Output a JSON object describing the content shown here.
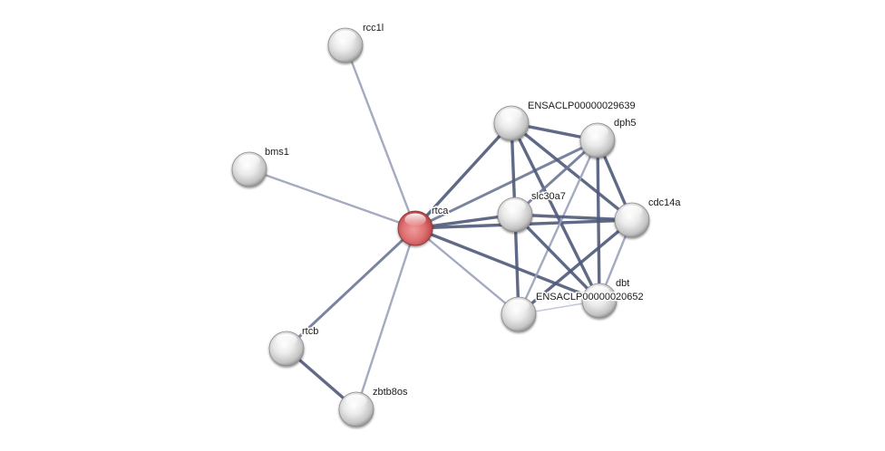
{
  "title": "STRING protein interaction network",
  "query_protein": "rtca",
  "colors": {
    "query_node": "#d9534f",
    "neighbor_node": "#e6e6e6",
    "edge_strong": "#4f5a7a",
    "edge_medium": "#6d7794",
    "edge_weak": "#9aa1b8",
    "edge_faint": "#bfc4d4"
  },
  "nodes": [
    {
      "id": "rcc1l",
      "label": "rcc1l",
      "type": "neighbor"
    },
    {
      "id": "bms1",
      "label": "bms1",
      "type": "neighbor"
    },
    {
      "id": "rtca",
      "label": "rtca",
      "type": "query"
    },
    {
      "id": "rtcb",
      "label": "rtcb",
      "type": "neighbor"
    },
    {
      "id": "zbtb8os",
      "label": "zbtb8os",
      "type": "neighbor"
    },
    {
      "id": "ENSACLP00000029639",
      "label": "ENSACLP00000029639",
      "type": "neighbor"
    },
    {
      "id": "dph5",
      "label": "dph5",
      "type": "neighbor"
    },
    {
      "id": "slc30a7",
      "label": "slc30a7",
      "type": "neighbor"
    },
    {
      "id": "cdc14a",
      "label": "cdc14a",
      "type": "neighbor"
    },
    {
      "id": "dbt",
      "label": "dbt",
      "type": "neighbor"
    },
    {
      "id": "ENSACLP00000020652",
      "label": "ENSACLP00000020652",
      "type": "neighbor"
    }
  ],
  "edges": [
    {
      "source": "rtca",
      "target": "rcc1l",
      "strength": "weak"
    },
    {
      "source": "rtca",
      "target": "bms1",
      "strength": "weak"
    },
    {
      "source": "rtca",
      "target": "rtcb",
      "strength": "medium"
    },
    {
      "source": "rtca",
      "target": "zbtb8os",
      "strength": "weak"
    },
    {
      "source": "rtcb",
      "target": "zbtb8os",
      "strength": "strong"
    },
    {
      "source": "rtca",
      "target": "ENSACLP00000029639",
      "strength": "strong"
    },
    {
      "source": "rtca",
      "target": "dph5",
      "strength": "medium"
    },
    {
      "source": "rtca",
      "target": "slc30a7",
      "strength": "strong"
    },
    {
      "source": "rtca",
      "target": "cdc14a",
      "strength": "strong"
    },
    {
      "source": "rtca",
      "target": "dbt",
      "strength": "strong"
    },
    {
      "source": "rtca",
      "target": "ENSACLP00000020652",
      "strength": "weak"
    },
    {
      "source": "ENSACLP00000029639",
      "target": "dph5",
      "strength": "strong"
    },
    {
      "source": "ENSACLP00000029639",
      "target": "slc30a7",
      "strength": "strong"
    },
    {
      "source": "ENSACLP00000029639",
      "target": "cdc14a",
      "strength": "strong"
    },
    {
      "source": "ENSACLP00000029639",
      "target": "dbt",
      "strength": "strong"
    },
    {
      "source": "dph5",
      "target": "slc30a7",
      "strength": "medium"
    },
    {
      "source": "dph5",
      "target": "cdc14a",
      "strength": "strong"
    },
    {
      "source": "dph5",
      "target": "dbt",
      "strength": "strong"
    },
    {
      "source": "dph5",
      "target": "ENSACLP00000020652",
      "strength": "weak"
    },
    {
      "source": "slc30a7",
      "target": "cdc14a",
      "strength": "strong"
    },
    {
      "source": "slc30a7",
      "target": "dbt",
      "strength": "strong"
    },
    {
      "source": "slc30a7",
      "target": "ENSACLP00000020652",
      "strength": "strong"
    },
    {
      "source": "cdc14a",
      "target": "ENSACLP00000020652",
      "strength": "strong"
    },
    {
      "source": "cdc14a",
      "target": "dbt",
      "strength": "weak"
    },
    {
      "source": "dbt",
      "target": "ENSACLP00000020652",
      "strength": "faint"
    }
  ]
}
